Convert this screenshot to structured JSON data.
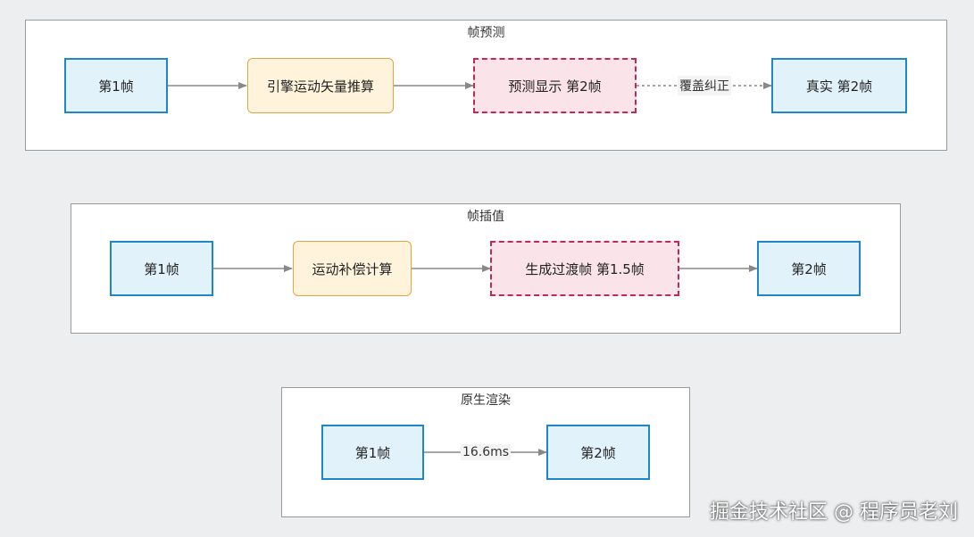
{
  "prediction": {
    "title": "帧预测",
    "frame1": "第1帧",
    "engine": "引擎运动矢量推算",
    "predicted": "预测显示 第2帧",
    "correction_label": "覆盖纠正",
    "real": "真实 第2帧"
  },
  "interpolation": {
    "title": "帧插值",
    "frame1": "第1帧",
    "compensation": "运动补偿计算",
    "transition": "生成过渡帧 第1.5帧",
    "frame2": "第2帧"
  },
  "native": {
    "title": "原生渲染",
    "frame1": "第1帧",
    "interval_label": "16.6ms",
    "frame2": "第2帧"
  },
  "watermark": "掘金技术社区 @ 程序员老刘",
  "colors": {
    "frame_fill": "#e1f2fb",
    "frame_border": "#2085c9",
    "calc_fill": "#fff3dc",
    "calc_border": "#e2a445",
    "pred_fill": "#fbe3ea",
    "pred_border": "#c02855",
    "arrow": "#888888"
  }
}
